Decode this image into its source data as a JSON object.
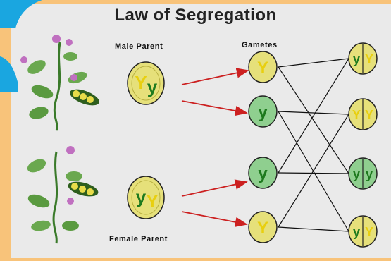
{
  "title": "Law of Segregation",
  "labels": {
    "male_parent": "Male Parent",
    "female_parent": "Female Parent",
    "gametes": "Gametes"
  },
  "parents": {
    "male": {
      "left": "Y",
      "right": "y"
    },
    "female": {
      "left": "y",
      "right": "Y"
    }
  },
  "gametes": [
    "Y",
    "y",
    "y",
    "Y"
  ],
  "offspring": [
    {
      "left": "y",
      "right": "Y"
    },
    {
      "left": "Y",
      "right": "Y"
    },
    {
      "left": "y",
      "right": "y"
    },
    {
      "left": "y",
      "right": "Y"
    }
  ],
  "colors": {
    "dominant_fill": "#e6e07a",
    "recessive_fill": "#8fcf8f",
    "dominant_text": "#e8cf10",
    "recessive_text": "#1e7a1e",
    "arrow": "#cc2020",
    "line": "#111111",
    "background": "#eaeaea",
    "border": "#f8c37a",
    "corner_accent": "#1aa6e0"
  },
  "icons": [
    "pea-plant-icon",
    "pea-pod-icon",
    "flower-icon"
  ]
}
